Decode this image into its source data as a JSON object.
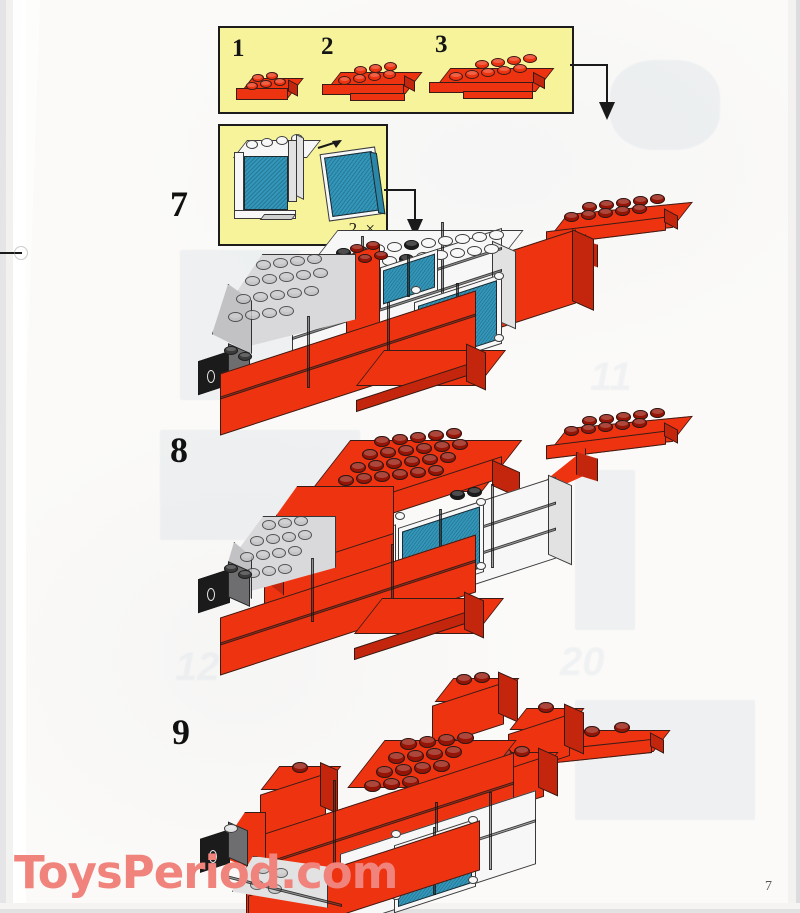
{
  "document": {
    "type": "lego-instruction-manual-page",
    "page_number": "7",
    "watermark": "ToysPeriod.com",
    "watermark_color": "#f0837c",
    "page_background": "#fbfbfa"
  },
  "colors": {
    "brick_red": "#ee3311",
    "brick_red_shadow": "#c3260c",
    "stud_dark_red": "#961405",
    "brick_white": "#f7f7f7",
    "brick_grey": "#d9d9db",
    "window_blue": "#3397bb",
    "brick_black": "#1b1b1b",
    "callout_yellow": "#f6f39a",
    "outline_black": "#1c1c1c"
  },
  "parts_callouts": [
    {
      "id": "parts-box-bricks",
      "background": "#f6f39a",
      "items": [
        {
          "number": "1",
          "part": "red-brick-2x3",
          "color": "#ee3311"
        },
        {
          "number": "2",
          "part": "red-plate-2x6",
          "color": "#ee3311"
        },
        {
          "number": "3",
          "part": "red-plate-2x8",
          "color": "#ee3311"
        }
      ]
    },
    {
      "id": "parts-box-window",
      "background": "#f6f39a",
      "quantity": "2 ×",
      "items": [
        {
          "part": "white-window-frame-1x4x3",
          "color": "#f7f7f7"
        },
        {
          "part": "blue-window-pane",
          "color": "#3397bb"
        }
      ]
    }
  ],
  "steps": [
    {
      "number": "7",
      "model": "helicopter-fuselage-with-windows",
      "description": "Red and white fuselage with grey nose, two blue windows and red tail boom"
    },
    {
      "number": "8",
      "model": "helicopter-with-red-roof",
      "description": "Red roof plates with dark red studs added over the cabin"
    },
    {
      "number": "9",
      "model": "helicopter-with-rotor-mounts",
      "description": "Red blocks and rotor mounting bricks added on top of the roof"
    }
  ],
  "arrows": [
    {
      "id": "arrow-parts-to-step7",
      "direction": "down"
    },
    {
      "id": "arrow-window-to-step7",
      "direction": "down"
    }
  ]
}
